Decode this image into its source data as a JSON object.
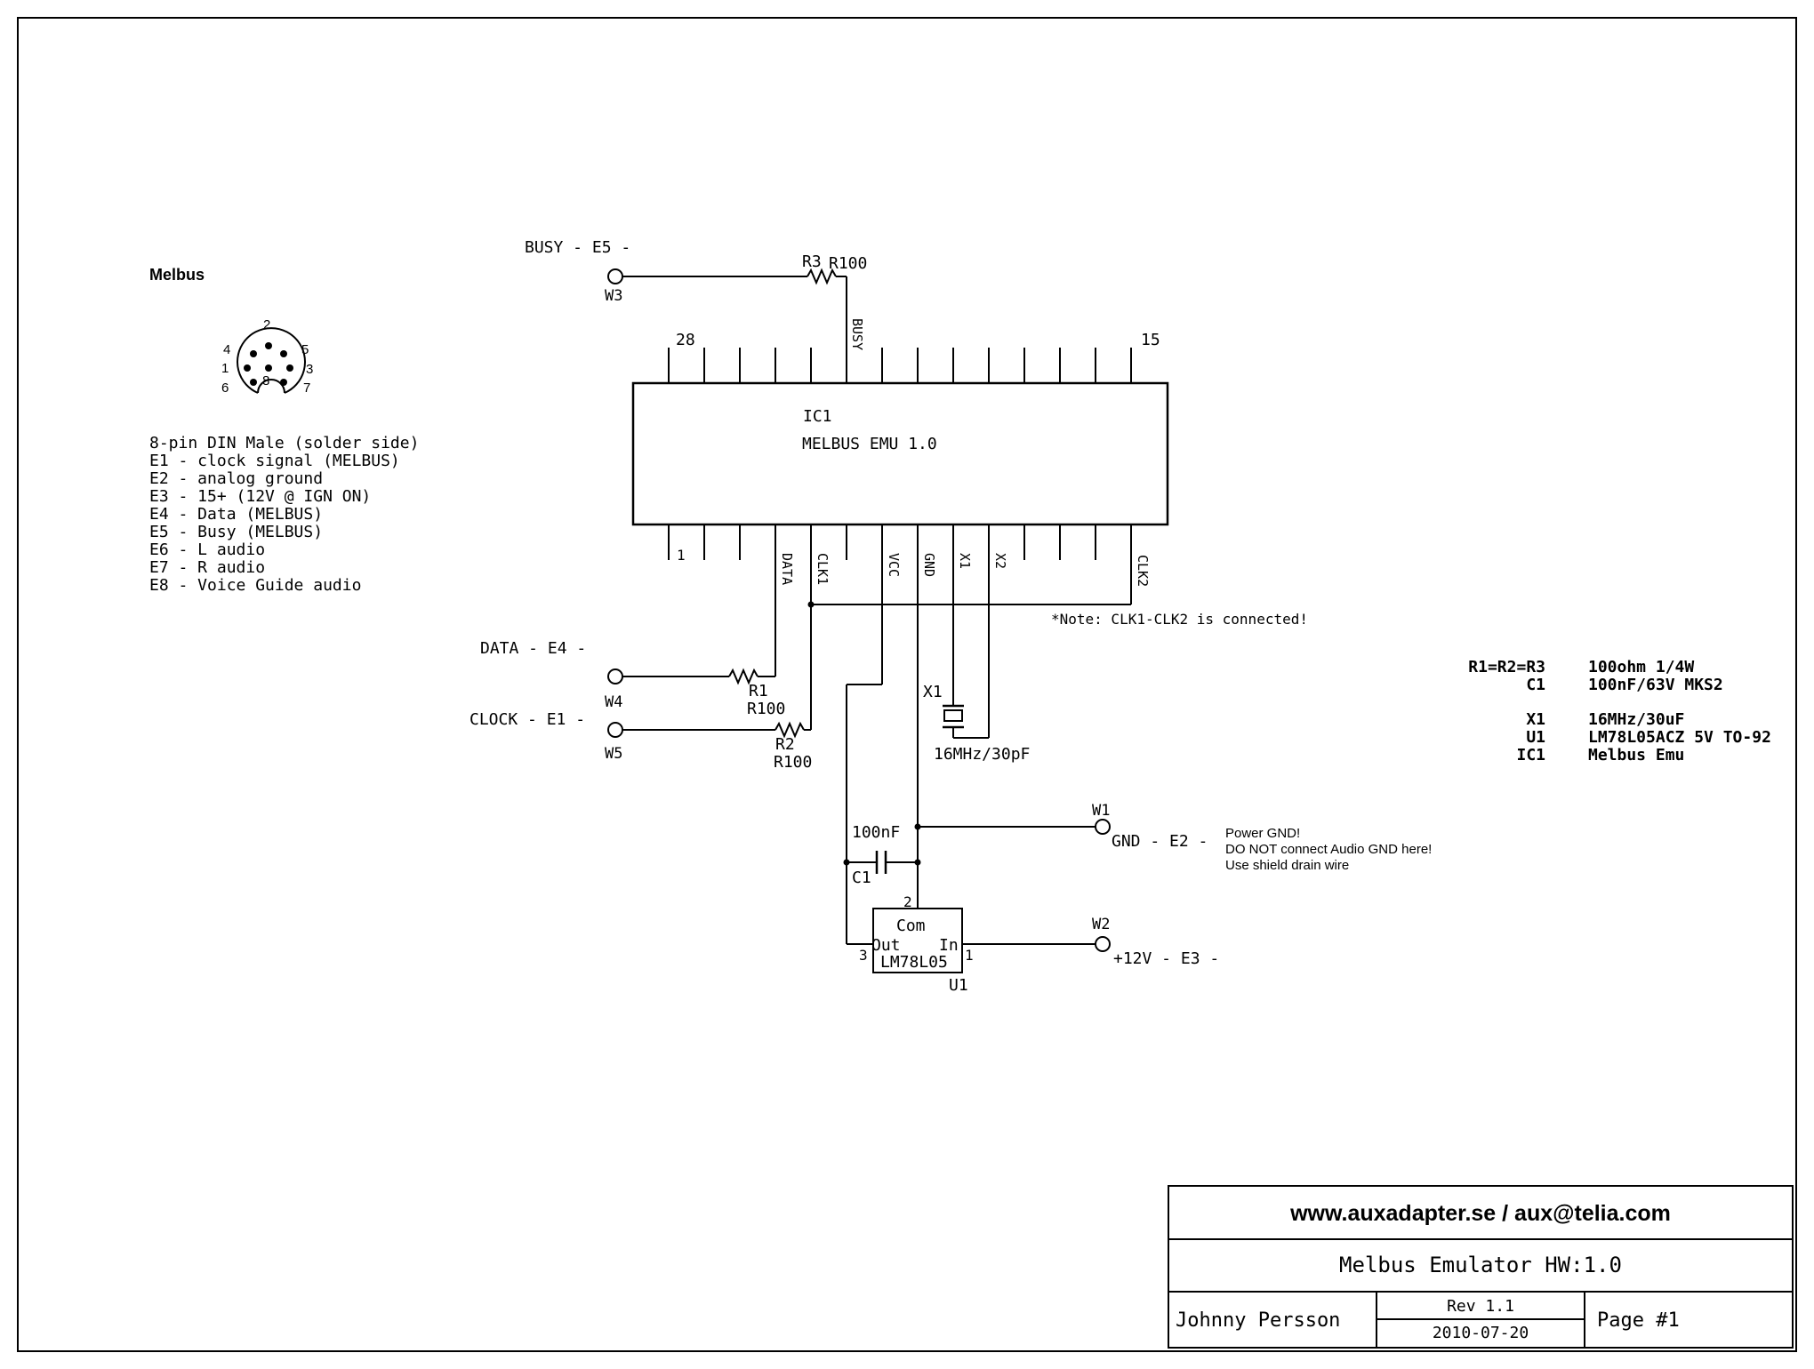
{
  "connector": {
    "title": "Melbus",
    "pin_numbers": [
      "2",
      "4",
      "5",
      "1",
      "3",
      "6",
      "8",
      "7"
    ],
    "description": "8-pin DIN Male (solder side)",
    "pins": [
      "E1 - clock signal (MELBUS)",
      "E2 - analog ground",
      "E3 - 15+ (12V @ IGN ON)",
      "E4 - Data (MELBUS)",
      "E5 - Busy (MELBUS)",
      "E6 - L audio",
      "E7 - R audio",
      "E8 - Voice Guide audio"
    ]
  },
  "ic": {
    "ref": "IC1",
    "value": "MELBUS EMU 1.0",
    "pin_top_first": "28",
    "pin_top_last": "15",
    "pin_bottom_first": "1",
    "pin_labels": {
      "busy": "BUSY",
      "data": "DATA",
      "clk1": "CLK1",
      "vcc": "VCC",
      "gnd": "GND",
      "x1": "X1",
      "x2": "X2",
      "clk2": "CLK2"
    }
  },
  "signals": {
    "busy": {
      "label": "BUSY - E5 -",
      "terminal": "W3",
      "resistor_ref": "R3",
      "resistor_value": "R100"
    },
    "data": {
      "label": "DATA - E4 -",
      "terminal": "W4",
      "resistor_ref": "R1",
      "resistor_value": "R100"
    },
    "clock": {
      "label": "CLOCK - E1 -",
      "terminal": "W5",
      "resistor_ref": "R2",
      "resistor_value": "R100"
    },
    "gnd": {
      "label": "GND - E2 -",
      "terminal": "W1"
    },
    "power": {
      "label": "+12V - E3 -",
      "terminal": "W2"
    }
  },
  "note": "*Note: CLK1-CLK2 is connected!",
  "crystal": {
    "ref": "X1",
    "value": "16MHz/30pF"
  },
  "capacitor": {
    "ref": "C1",
    "value": "100nF"
  },
  "regulator": {
    "ref": "U1",
    "value": "LM78L05",
    "com": "Com",
    "out": "Out",
    "in": "In",
    "pin_com": "2",
    "pin_out": "3",
    "pin_in": "1"
  },
  "gnd_note": [
    "Power GND!",
    "DO NOT connect Audio GND here!",
    "Use shield drain wire"
  ],
  "bom": [
    {
      "ref": "R1=R2=R3",
      "value": "100ohm 1/4W"
    },
    {
      "ref": "C1",
      "value": "100nF/63V MKS2"
    },
    {
      "ref": "X1",
      "value": "16MHz/30uF"
    },
    {
      "ref": "U1",
      "value": "LM78L05ACZ 5V TO-92"
    },
    {
      "ref": "IC1",
      "value": "Melbus Emu"
    }
  ],
  "title_block": {
    "website": "www.auxadapter.se / aux@telia.com",
    "title": "Melbus Emulator HW:1.0",
    "author": "Johnny Persson",
    "rev": "Rev 1.1",
    "date": "2010-07-20",
    "page": "Page #1"
  }
}
